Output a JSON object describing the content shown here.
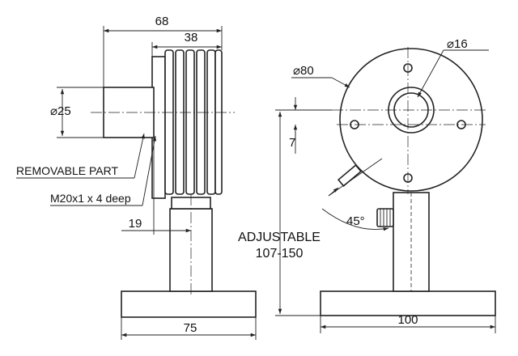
{
  "side_view": {
    "overall_width": "68",
    "fin_width": "38",
    "removable_diameter": "25",
    "removable_part_label": "REMOVABLE PART",
    "thread_label": "M20x1 x 4 deep",
    "post_offset": "19",
    "base_width": "75"
  },
  "front_view": {
    "bore_diameter": "16",
    "body_diameter": "80",
    "offset": "7",
    "adjustable_label": "ADJUSTABLE",
    "adjustable_range": "107-150",
    "angle": "45°",
    "base_width": "100"
  },
  "symbols": {
    "diameter": "⌀"
  }
}
